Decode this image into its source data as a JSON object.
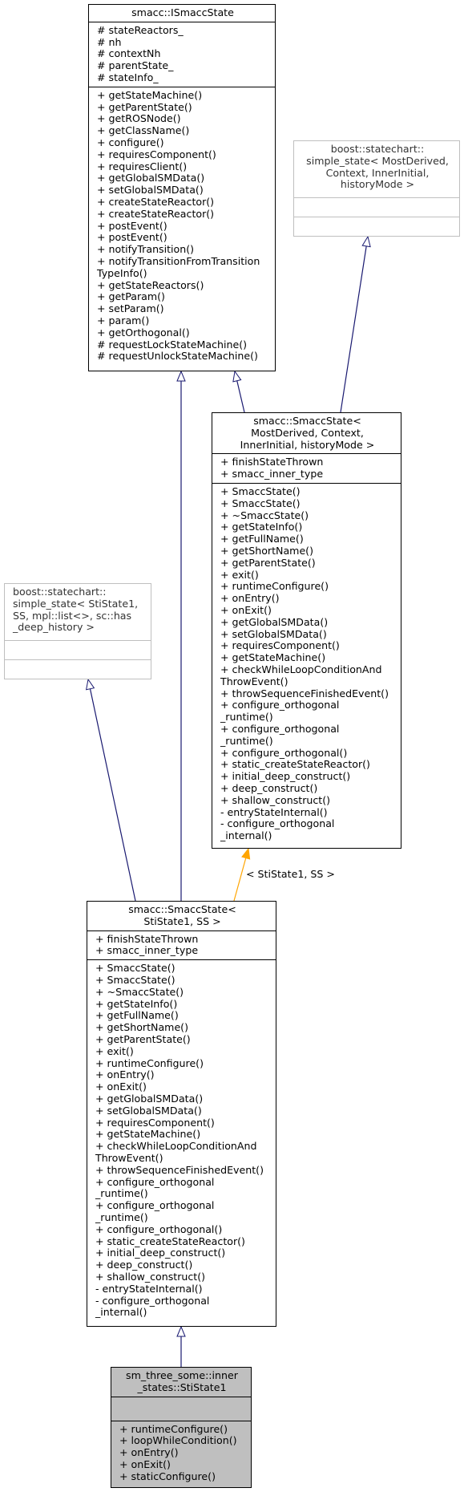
{
  "classes": {
    "istate": {
      "title": "smacc::ISmaccState",
      "attributes": [
        "# stateReactors_",
        "# nh",
        "# contextNh",
        "# parentState_",
        "# stateInfo_"
      ],
      "methods": [
        "+ getStateMachine()",
        "+ getParentState()",
        "+ getROSNode()",
        "+ getClassName()",
        "+ configure()",
        "+ requiresComponent()",
        "+ requiresClient()",
        "+ getGlobalSMData()",
        "+ setGlobalSMData()",
        "+ createStateReactor()",
        "+ createStateReactor()",
        "+ postEvent()",
        "+ postEvent()",
        "+ notifyTransition()",
        "+ notifyTransitionFromTransition",
        "TypeInfo()",
        "+ getStateReactors()",
        "+ getParam()",
        "+ setParam()",
        "+ param()",
        "+ getOrthogonal()",
        "# requestLockStateMachine()",
        "# requestUnlockStateMachine()"
      ]
    },
    "boost_generic": {
      "title": "boost::statechart::\nsimple_state< MostDerived,\n Context, InnerInitial,\n historyMode >",
      "attributes": [],
      "methods": []
    },
    "smacc_generic": {
      "title": "smacc::SmaccState<\n MostDerived, Context,\n InnerInitial, historyMode >",
      "attributes": [
        "+ finishStateThrown",
        "+ smacc_inner_type"
      ],
      "methods": [
        "+ SmaccState()",
        "+ SmaccState()",
        "+ ~SmaccState()",
        "+ getStateInfo()",
        "+ getFullName()",
        "+ getShortName()",
        "+ getParentState()",
        "+ exit()",
        "+ runtimeConfigure()",
        "+ onEntry()",
        "+ onExit()",
        "+ getGlobalSMData()",
        "+ setGlobalSMData()",
        "+ requiresComponent()",
        "+ getStateMachine()",
        "+ checkWhileLoopConditionAnd",
        "ThrowEvent()",
        "+ throwSequenceFinishedEvent()",
        "+ configure_orthogonal",
        "_runtime()",
        "+ configure_orthogonal",
        "_runtime()",
        "+ configure_orthogonal()",
        "+ static_createStateReactor()",
        "+ initial_deep_construct()",
        "+ deep_construct()",
        "+ shallow_construct()",
        "- entryStateInternal()",
        "- configure_orthogonal",
        "_internal()"
      ]
    },
    "boost_sti": {
      "title": "boost::statechart::\nsimple_state< StiState1,\n SS, mpl::list<>, sc::has\n_deep_history >",
      "attributes": [],
      "methods": []
    },
    "smacc_sti": {
      "title": "smacc::SmaccState<\n StiState1, SS >",
      "attributes": [
        "+ finishStateThrown",
        "+ smacc_inner_type"
      ],
      "methods": [
        "+ SmaccState()",
        "+ SmaccState()",
        "+ ~SmaccState()",
        "+ getStateInfo()",
        "+ getFullName()",
        "+ getShortName()",
        "+ getParentState()",
        "+ exit()",
        "+ runtimeConfigure()",
        "+ onEntry()",
        "+ onExit()",
        "+ getGlobalSMData()",
        "+ setGlobalSMData()",
        "+ requiresComponent()",
        "+ getStateMachine()",
        "+ checkWhileLoopConditionAnd",
        "ThrowEvent()",
        "+ throwSequenceFinishedEvent()",
        "+ configure_orthogonal",
        "_runtime()",
        "+ configure_orthogonal",
        "_runtime()",
        "+ configure_orthogonal()",
        "+ static_createStateReactor()",
        "+ initial_deep_construct()",
        "+ deep_construct()",
        "+ shallow_construct()",
        "- entryStateInternal()",
        "- configure_orthogonal",
        "_internal()"
      ]
    },
    "sti_state1": {
      "title": "sm_three_some::inner\n_states::StiState1",
      "attributes": [],
      "methods": [
        "+ runtimeConfigure()",
        "+ loopWhileCondition()",
        "+ onEntry()",
        "+ onExit()",
        "+ staticConfigure()"
      ]
    }
  },
  "edges": {
    "template_label": "< StiState1, SS >"
  },
  "colors": {
    "inheritance": "#191970",
    "template": "#ffa500",
    "highlight_fill": "#bfbfbf",
    "grey_border": "#bfbfbf"
  }
}
